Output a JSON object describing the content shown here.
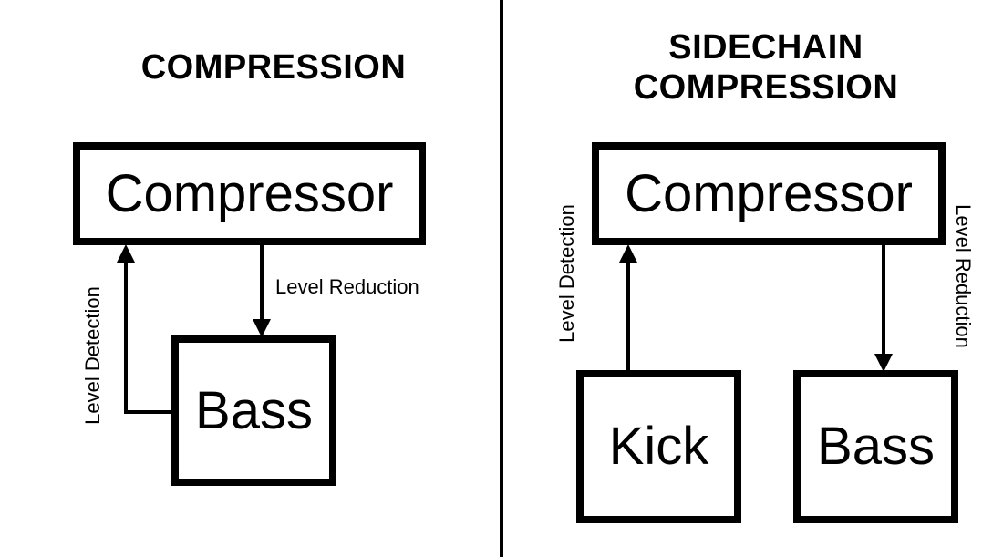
{
  "left": {
    "title": "COMPRESSION",
    "compressor_label": "Compressor",
    "bass_label": "Bass",
    "level_detection": "Level Detection",
    "level_reduction": "Level Reduction"
  },
  "right": {
    "title_line1": "SIDECHAIN",
    "title_line2": "COMPRESSION",
    "compressor_label": "Compressor",
    "kick_label": "Kick",
    "bass_label": "Bass",
    "level_detection": "Level Detection",
    "level_reduction": "Level Reduction"
  }
}
